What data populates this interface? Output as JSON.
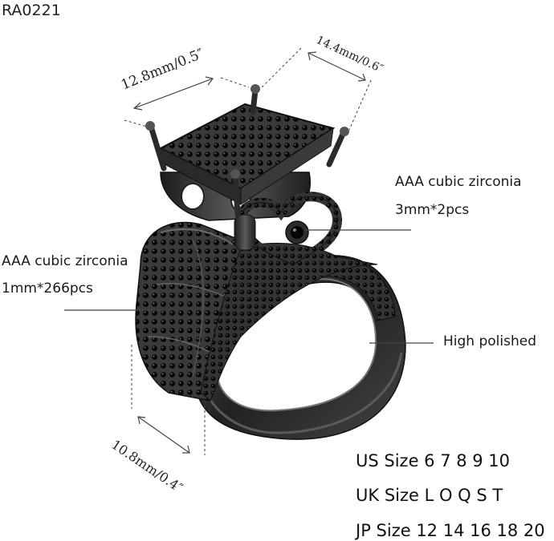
{
  "product_code": "RA0221",
  "dimensions": {
    "top_width": "12.8mm/0.5″",
    "top_depth": "14.4mm/0.6″",
    "band_width": "10.8mm/0.4″"
  },
  "callouts": {
    "center_stone_title": "AAA cubic zirconia",
    "center_stone_spec": "3mm*2pcs",
    "side_stone_title": "AAA cubic zirconia",
    "side_stone_spec": "1mm*266pcs",
    "finish": "High polished"
  },
  "sizes": {
    "us": "US Size 6 7 8 9 10",
    "uk": "UK Size L O Q S T",
    "jp": "JP Size 12 14 16 18 20"
  },
  "colors": {
    "metal": "#2b2b2b",
    "metal_highlight": "#6d6d6d",
    "stone": "#0a0a0a",
    "line": "#555555"
  }
}
